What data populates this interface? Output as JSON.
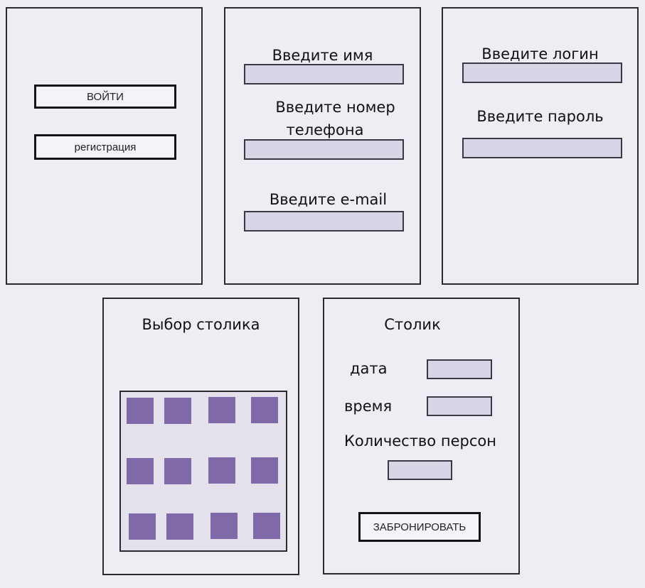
{
  "screens": {
    "start": {
      "login_button": "ВОЙТИ",
      "register_button": "регистрация"
    },
    "registration": {
      "name_label": "Введите имя",
      "phone_label_line1": "Введите номер",
      "phone_label_line2": "телефона",
      "email_label": "Введите e-mail"
    },
    "login": {
      "login_label": "Введите логин",
      "password_label": "Введите пароль"
    },
    "table_select": {
      "title": "Выбор столика",
      "table_count": 12
    },
    "booking": {
      "title": "Столик",
      "date_label": "дата",
      "time_label": "время",
      "persons_label": "Количество персон",
      "book_button": "ЗАБРОНИРОВАТЬ"
    }
  },
  "colors": {
    "background": "#efedf4",
    "field_fill": "#d9d5e6",
    "table_fill": "#8069a8",
    "border": "#2a2a30"
  }
}
